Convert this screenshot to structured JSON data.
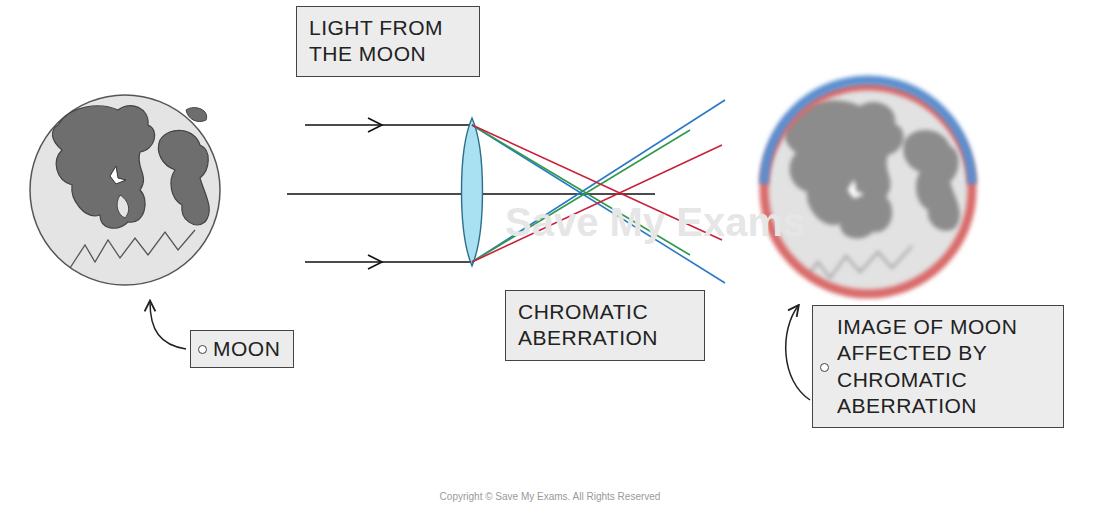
{
  "diagram": {
    "nodes": [
      {
        "text": [
          "LIGHT FROM THE MOON"
        ]
      },
      {
        "text": [
          "MOON"
        ]
      },
      {
        "text": [
          "CHROMATIC ABERRATION"
        ]
      },
      {
        "text": [
          "IMAGE OF MOON AFFECTED BY CHROMATIC ABERRATION"
        ]
      }
    ],
    "labels": [
      "Save My Exams",
      "Copyright © Save My Exams. All Rights Reserved"
    ]
  }
}
